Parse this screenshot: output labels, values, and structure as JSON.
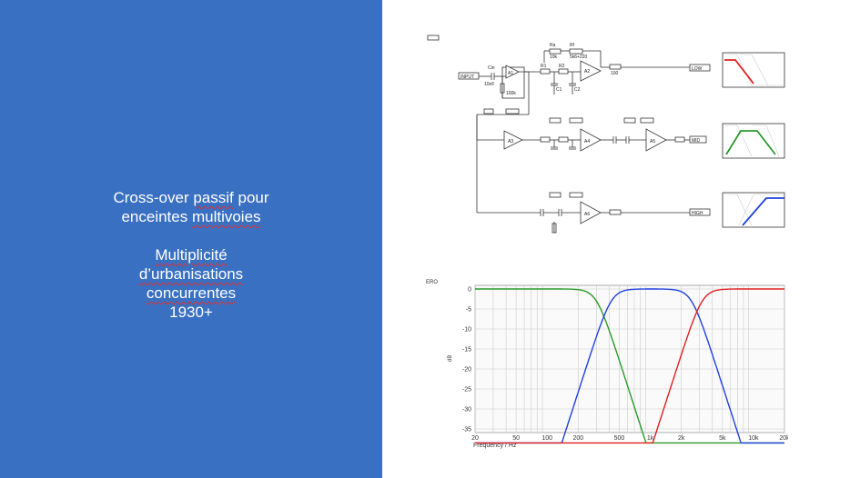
{
  "slide": {
    "title_line_1_part_a": "Cross-over ",
    "title_line_1_part_b": "passif",
    "title_line_1_part_c": " pour",
    "title_line_2_part_a": "enceintes ",
    "title_line_2_part_b": "multivoies",
    "subtitle_line_1": "Multiplicité",
    "subtitle_line_2": "d’urbanisations",
    "subtitle_line_3": "concurrentes",
    "subtitle_line_4": "1930+"
  },
  "schematic": {
    "input_label": "INPUT",
    "low_label": "LOW",
    "mid_label": "MID",
    "high_label": "HIGH",
    "cin_label": "Cin",
    "cin_value": "10nF",
    "rin_value": "100k",
    "r1_label": "R1",
    "r2_label": "R2",
    "c1_label": "C1",
    "c2_label": "C2",
    "ra_label": "Ra",
    "ra_value": "10k",
    "rf_label": "Rf",
    "rf_value": "5k6+220",
    "r100_value": "100",
    "opamp_a": "A1",
    "opamp_b": "A2",
    "opamp_c": "A3",
    "opamp_d": "A4",
    "opamp_e": "A5",
    "opamp_f": "A6"
  },
  "plot": {
    "y_ticks": [
      "0",
      "-5",
      "-10",
      "-15",
      "-20",
      "-25",
      "-30",
      "-35"
    ],
    "x_ticks": [
      "20",
      "50",
      "100",
      "200",
      "500",
      "1k",
      "2k",
      "5k",
      "10k",
      "20k"
    ],
    "x_axis_label": "Frequency / Hz",
    "y_axis_label": "dB",
    "corner_label": "ERO"
  },
  "colors": {
    "slide_blue": "#3a70c2",
    "low_red": "#e02020",
    "mid_green": "#2a9a2a",
    "high_blue": "#2040e0"
  }
}
